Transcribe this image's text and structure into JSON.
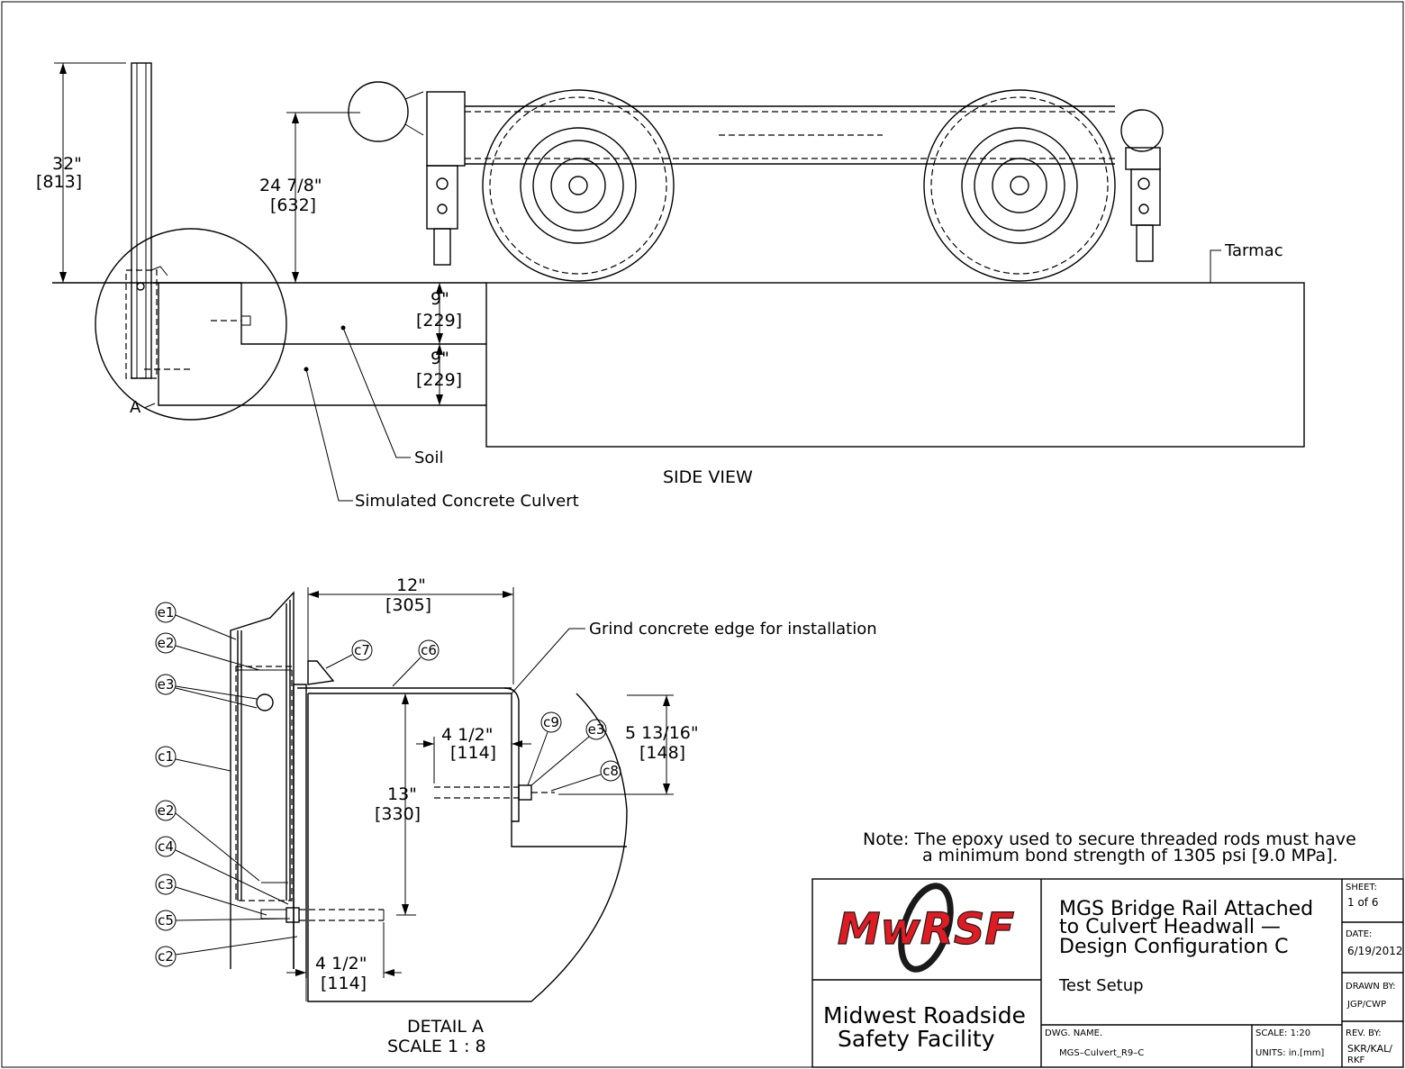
{
  "side_view": {
    "title": "SIDE VIEW",
    "dim_height_in": "32\"",
    "dim_height_mm": "[813]",
    "dim_ped_in": "24 7/8\"",
    "dim_ped_mm": "[632]",
    "dim_soil1_in": "9\"",
    "dim_soil1_mm": "[229]",
    "dim_soil2_in": "9\"",
    "dim_soil2_mm": "[229]",
    "label_tarmac": "Tarmac",
    "label_soil": "Soil",
    "label_culvert": "Simulated Concrete Culvert",
    "detail_marker": "A"
  },
  "detail_a": {
    "title": "DETAIL A",
    "scale": "SCALE 1 : 8",
    "dim_width_in": "12\"",
    "dim_width_mm": "[305]",
    "dim_embed_in": "13\"",
    "dim_embed_mm": "[330]",
    "dim_anchor_top_in": "4 1/2\"",
    "dim_anchor_top_mm": "[114]",
    "dim_anchor_bot_in": "4 1/2\"",
    "dim_anchor_bot_mm": "[114]",
    "dim_depth_in": "5 13/16\"",
    "dim_depth_mm": "[148]",
    "grind_note": "Grind concrete edge for installation",
    "callouts": {
      "e1": "e1",
      "e2a": "e2",
      "e3a": "e3",
      "c1": "c1",
      "e2b": "e2",
      "c4": "c4",
      "c3": "c3",
      "c5": "c5",
      "c2": "c2",
      "c7": "c7",
      "c6": "c6",
      "c9": "c9",
      "e3b": "e3",
      "c8": "c8"
    }
  },
  "note": {
    "line1": "Note:  The epoxy used to secure threaded rods must have",
    "line2": "a minimum bond strength of 1305 psi [9.0 MPa]."
  },
  "title_block": {
    "logo_text": "MwRSF",
    "org_line1": "Midwest  Roadside",
    "org_line2": "Safety  Facility",
    "title_line1": "MGS  Bridge  Rail  Attached",
    "title_line2": "to  Culvert  Headwall  —",
    "title_line3": "Design  Configuration  C",
    "subtitle": "Test  Setup",
    "sheet_label": "SHEET:",
    "sheet_value": "1 of 6",
    "date_label": "DATE:",
    "date_value": "6/19/2012",
    "drawn_label": "DRAWN  BY:",
    "drawn_value": "JGP/CWP",
    "dwg_label": "DWG.  NAME.",
    "dwg_value": "MGS–Culvert_R9–C",
    "scale_label": "SCALE:  1:20",
    "units_label": "UNITS:  in.[mm]",
    "rev_label": "REV.  BY:",
    "rev_value1": "SKR/KAL/",
    "rev_value2": "RKF"
  },
  "colors": {
    "ink": "#000000",
    "logo_red": "#e11b22",
    "logo_dark": "#1a1a1a"
  }
}
